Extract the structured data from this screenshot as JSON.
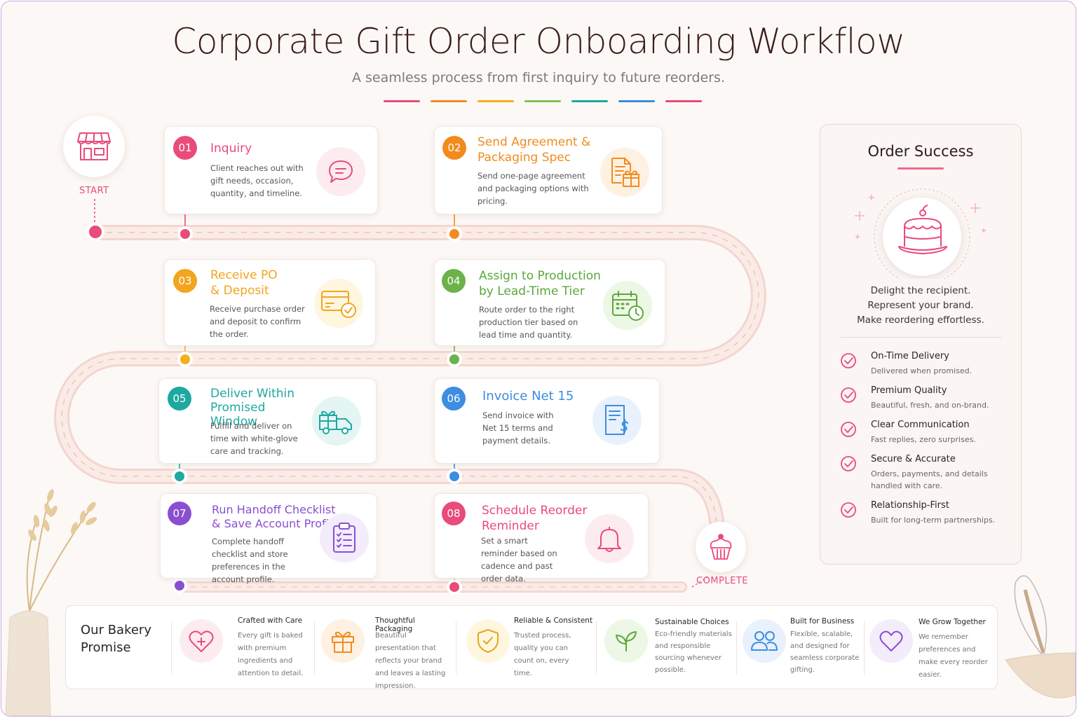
{
  "header": {
    "title": "Corporate Gift Order Onboarding Workflow",
    "subtitle": "A seamless process from first inquiry to future reorders."
  },
  "palette": [
    "#e94b7a",
    "#f28b1e",
    "#f2b01e",
    "#7fc25a",
    "#1ea9a0",
    "#3d8de0",
    "#e94b7a"
  ],
  "start": {
    "label": "START",
    "icon": "storefront-icon"
  },
  "complete": {
    "label": "COMPLETE",
    "icon": "cupcake-icon"
  },
  "steps": [
    {
      "num": "01",
      "title": "Inquiry",
      "desc": "Client reaches out with gift needs, occasion, quantity, and timeline.",
      "color": "#e94b7a",
      "icon": "chat-bubble-icon"
    },
    {
      "num": "02",
      "title": "Send Agreement & Packaging Spec",
      "desc": "Send one-page agreement and packaging options with pricing.",
      "color": "#f28b1e",
      "icon": "document-gift-icon"
    },
    {
      "num": "03",
      "title": "Receive PO & Deposit",
      "desc": "Receive purchase order and deposit to confirm the order.",
      "color": "#f2b01e",
      "icon": "card-check-icon"
    },
    {
      "num": "04",
      "title": "Assign to Production by Lead-Time Tier",
      "desc": "Route order to the right production tier based on lead time and quantity.",
      "color": "#6cb24a",
      "icon": "calendar-clock-icon"
    },
    {
      "num": "05",
      "title": "Deliver Within Promised Window",
      "desc": "Fulfill and deliver on time with white-glove care and tracking.",
      "color": "#1ea9a0",
      "icon": "delivery-truck-icon"
    },
    {
      "num": "06",
      "title": "Invoice Net 15",
      "desc": "Send invoice with Net 15 terms and payment details.",
      "color": "#3d8de0",
      "icon": "invoice-dollar-icon"
    },
    {
      "num": "07",
      "title": "Run Handoff Checklist & Save Account Profile",
      "desc": "Complete handoff checklist and store preferences in the account profile.",
      "color": "#8a4fd0",
      "icon": "clipboard-checklist-icon"
    },
    {
      "num": "08",
      "title": "Schedule Reorder Reminder",
      "desc": "Set a smart reminder based on cadence and past order data.",
      "color": "#e94b7a",
      "icon": "bell-icon"
    }
  ],
  "success": {
    "title": "Order Success",
    "icon": "cake-icon",
    "tagline": [
      "Delight the recipient.",
      "Represent your brand.",
      "Make reordering effortless."
    ],
    "benefits": [
      {
        "name": "On-Time Delivery",
        "desc": "Delivered when promised."
      },
      {
        "name": "Premium Quality",
        "desc": "Beautiful, fresh, and on-brand."
      },
      {
        "name": "Clear Communication",
        "desc": "Fast replies, zero surprises."
      },
      {
        "name": "Secure & Accurate",
        "desc": "Orders, payments, and details handled with care."
      },
      {
        "name": "Relationship-First",
        "desc": "Built for long-term partnerships."
      }
    ]
  },
  "promise": {
    "title": "Our Bakery Promise",
    "items": [
      {
        "name": "Crafted with Care",
        "desc": "Every gift is baked with premium ingredients and attention to detail.",
        "icon": "heart-plus-icon",
        "color": "#e94b7a"
      },
      {
        "name": "Thoughtful Packaging",
        "desc": "Beautiful presentation that reflects your brand and leaves a lasting impression.",
        "icon": "gift-box-icon",
        "color": "#f28b1e"
      },
      {
        "name": "Reliable & Consistent",
        "desc": "Trusted process, quality you can count on, every time.",
        "icon": "shield-check-icon",
        "color": "#e0a81e"
      },
      {
        "name": "Sustainable Choices",
        "desc": "Eco-friendly materials and responsible sourcing whenever possible.",
        "icon": "sprout-icon",
        "color": "#6cb24a"
      },
      {
        "name": "Built for Business",
        "desc": "Flexible, scalable, and designed for seamless corporate gifting.",
        "icon": "people-icon",
        "color": "#3d8de0"
      },
      {
        "name": "We Grow Together",
        "desc": "We remember preferences and make every reorder easier.",
        "icon": "heart-outline-icon",
        "color": "#8a4fd0"
      }
    ]
  }
}
